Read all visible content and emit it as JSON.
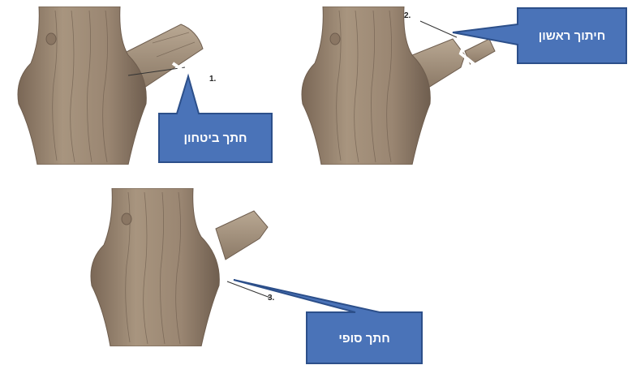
{
  "diagram": {
    "colors": {
      "callout_fill": "#4a73b8",
      "callout_stroke": "#2c4f8a",
      "bark": "#a08d78",
      "bark_dark": "#6e5d4e",
      "bark_light": "#c8b8a4"
    },
    "panels": [
      {
        "id": "safety-cut",
        "step": "1.",
        "label": "חתך ביטחון"
      },
      {
        "id": "first-cut",
        "step": "2.",
        "label": "חיתוך ראשון"
      },
      {
        "id": "final-cut",
        "step": "3.",
        "label": "חתך סופי"
      }
    ]
  }
}
